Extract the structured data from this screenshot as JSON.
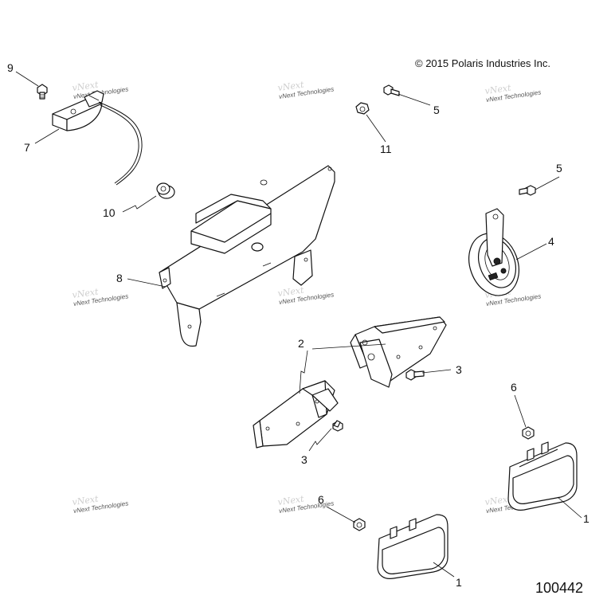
{
  "header": {
    "copyright": "© 2015  Polaris Industries Inc."
  },
  "footer": {
    "figure_number": "100442"
  },
  "watermark": {
    "text": "vNext Technologies",
    "logo": "vNext"
  },
  "callouts": {
    "c9": "9",
    "c7": "7",
    "c10": "10",
    "c8": "8",
    "c11": "11",
    "c5a": "5",
    "c5b": "5",
    "c4": "4",
    "c2": "2",
    "c3a": "3",
    "c3b": "3",
    "c6a": "6",
    "c6b": "6",
    "c1a": "1",
    "c1b": "1"
  }
}
